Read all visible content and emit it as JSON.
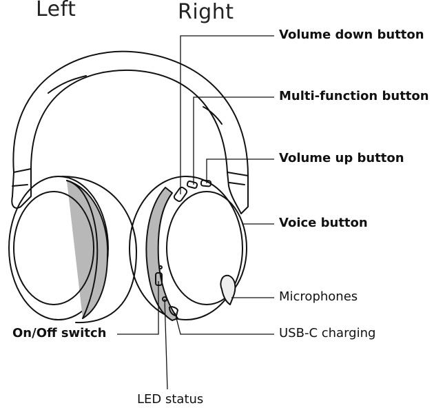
{
  "sides": {
    "left": "Left",
    "right": "Right"
  },
  "callouts": {
    "volume_down": "Volume down button",
    "multi_function": "Multi-function button",
    "volume_up": "Volume up button",
    "voice": "Voice button",
    "microphones": "Microphones",
    "usb_c": "USB-C charging",
    "on_off": "On/Off switch",
    "led": "LED status"
  },
  "colors": {
    "outline": "#111111",
    "band": "#b8b8b8",
    "background": "#ffffff"
  }
}
